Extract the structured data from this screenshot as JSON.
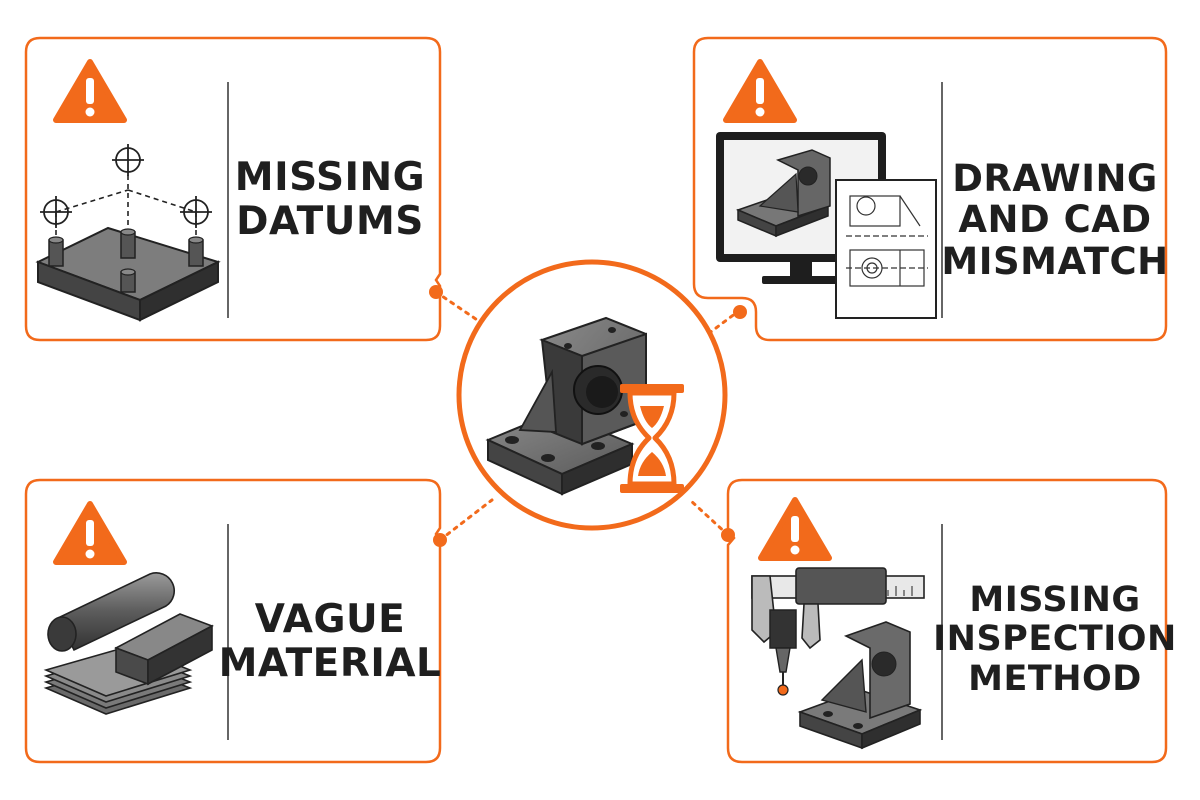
{
  "accent_color": "#f26a1b",
  "cards": [
    {
      "id": "missing-datums",
      "icon": "datum-plate-icon",
      "title_lines": [
        "MISSING",
        "DATUMS"
      ]
    },
    {
      "id": "drawing-cad-mismatch",
      "icon": "monitor-drawing-icon",
      "title_lines": [
        "DRAWING",
        "AND CAD",
        "MISMATCH"
      ]
    },
    {
      "id": "vague-material",
      "icon": "material-stock-icon",
      "title_lines": [
        "VAGUE",
        "MATERIAL"
      ]
    },
    {
      "id": "missing-inspection-method",
      "icon": "caliper-probe-icon",
      "title_lines": [
        "MISSING",
        "INSPECTION",
        "METHOD"
      ]
    }
  ],
  "center": {
    "icons": [
      "bracket-part-icon",
      "hourglass-icon"
    ]
  },
  "warning_icon": "warning-triangle-icon"
}
